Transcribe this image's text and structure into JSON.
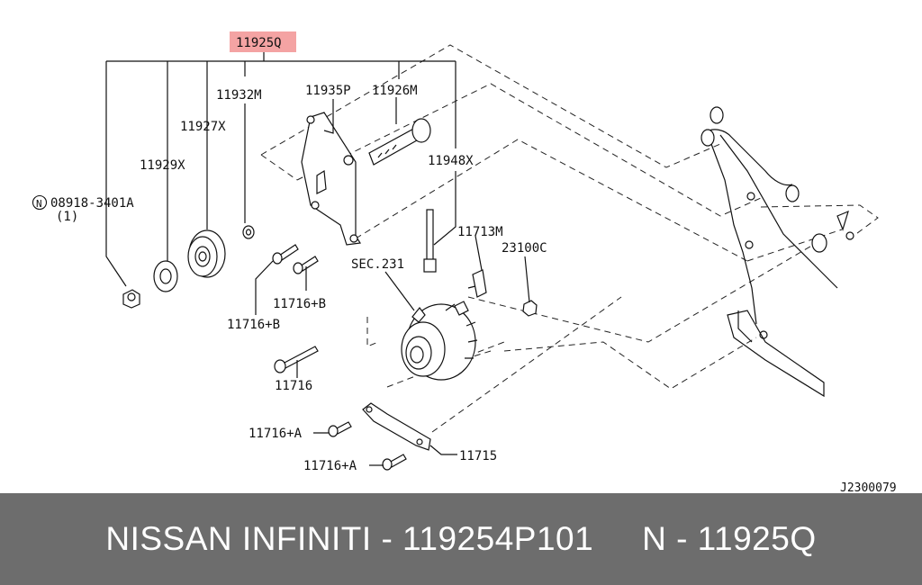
{
  "diagram": {
    "highlight_label": "11925Q",
    "labels": {
      "p11932M": "11932M",
      "p11935P": "11935P",
      "p11926M": "11926M",
      "p11927X": "11927X",
      "p11929X": "11929X",
      "p11948X": "11948X",
      "p08918": "08918-3401A",
      "p08918_qty": "(1)",
      "n_symbol": "N",
      "p11713M": "11713M",
      "p23100C": "23100C",
      "sec231": "SEC.231",
      "p11716B_1": "11716+B",
      "p11716B_2": "11716+B",
      "p11716": "11716",
      "p11716A_1": "11716+A",
      "p11716A_2": "11716+A",
      "p11715": "11715",
      "ref_code": "J2300079"
    },
    "colors": {
      "highlight": "#f4a3a3",
      "footer_bg": "#6d6d6d"
    }
  },
  "footer": {
    "text": "NISSAN INFINITI - 119254P101     N - 11925Q"
  }
}
